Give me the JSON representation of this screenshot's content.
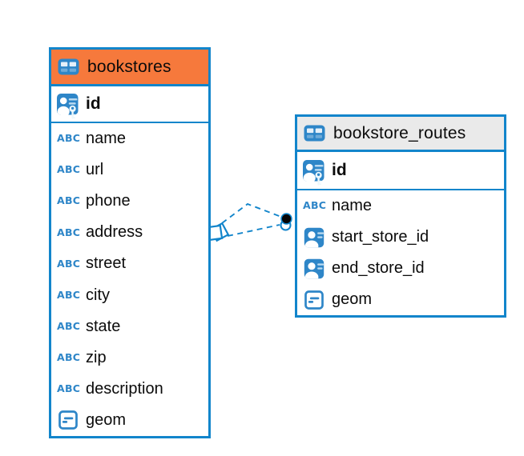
{
  "diagram": {
    "type": "entity-relationship",
    "tables": [
      {
        "name": "bookstores",
        "header_color": "#F6793C",
        "columns": [
          {
            "name": "id",
            "type": "primary-key"
          },
          {
            "name": "name",
            "type": "text"
          },
          {
            "name": "url",
            "type": "text"
          },
          {
            "name": "phone",
            "type": "text"
          },
          {
            "name": "address",
            "type": "text"
          },
          {
            "name": "street",
            "type": "text"
          },
          {
            "name": "city",
            "type": "text"
          },
          {
            "name": "state",
            "type": "text"
          },
          {
            "name": "zip",
            "type": "text"
          },
          {
            "name": "description",
            "type": "text"
          },
          {
            "name": "geom",
            "type": "geometry"
          }
        ]
      },
      {
        "name": "bookstore_routes",
        "header_color": "#EAEAEA",
        "columns": [
          {
            "name": "id",
            "type": "primary-key"
          },
          {
            "name": "name",
            "type": "text"
          },
          {
            "name": "start_store_id",
            "type": "foreign-key"
          },
          {
            "name": "end_store_id",
            "type": "foreign-key"
          },
          {
            "name": "geom",
            "type": "geometry"
          }
        ]
      }
    ],
    "relationships": [
      {
        "from": "bookstores.id",
        "to": "bookstore_routes.start_store_id",
        "style": "dashed"
      },
      {
        "from": "bookstores.id",
        "to": "bookstore_routes.end_store_id",
        "style": "dashed"
      }
    ],
    "icon_glyphs": {
      "text_type": "ABC"
    },
    "colors": {
      "table_border": "#1285CB",
      "bookstores_header": "#F6793C",
      "bookstore_routes_header": "#EAEAEA",
      "icon_blue": "#2E86C8",
      "connector": "#1285CB",
      "text": "#0B0B0B",
      "background": "#FFFFFF"
    }
  }
}
